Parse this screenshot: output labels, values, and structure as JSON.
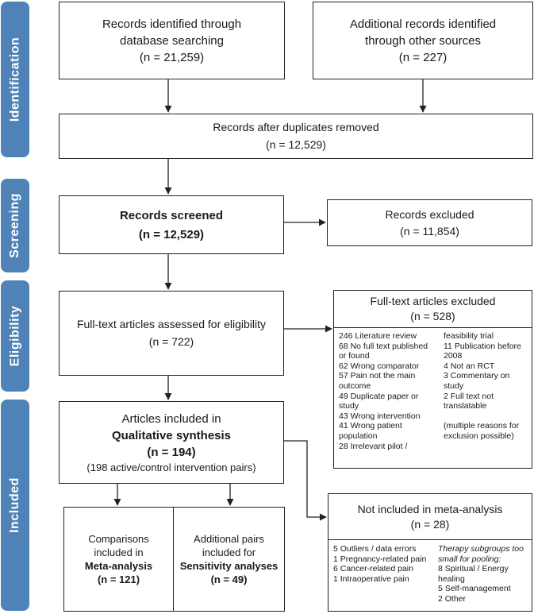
{
  "stages": {
    "identification": "Identification",
    "screening": "Screening",
    "eligibility": "Eligibility",
    "included": "Included"
  },
  "identified_db": {
    "line1": "Records identified through",
    "line2": "database searching",
    "count": "(n = 21,259)"
  },
  "identified_other": {
    "line1": "Additional records identified",
    "line2": "through other sources",
    "count": "(n = 227)"
  },
  "duplicates_removed": {
    "label": "Records after duplicates removed",
    "count": "(n = 12,529)"
  },
  "screened": {
    "label": "Records screened",
    "count": "(n = 12,529)"
  },
  "excluded": {
    "label": "Records excluded",
    "count": "(n = 11,854)"
  },
  "fulltext_assessed": {
    "label": "Full-text articles assessed for eligibility",
    "count": "(n = 722)"
  },
  "fulltext_excluded": {
    "label": "Full-text articles excluded",
    "count": "(n = 528)",
    "col1": [
      "246 Literature review",
      "68 No full text published",
      "or found",
      "62 Wrong comparator",
      "57 Pain not the main",
      "outcome",
      "49 Duplicate paper or",
      "study",
      "43 Wrong intervention",
      "41 Wrong patient",
      "population",
      "28 Irrelevant pilot /"
    ],
    "col2": [
      "feasibility trial",
      "11 Publication before",
      "2008",
      "4 Not an RCT",
      "3 Commentary on study",
      "2 Full text not",
      "translatable",
      "",
      "(multiple reasons for",
      "exclusion possible)"
    ]
  },
  "qualitative": {
    "line1": "Articles included in",
    "line2": "Qualitative synthesis",
    "count": "(n = 194)",
    "pairs": "(198 active/control intervention pairs)"
  },
  "meta": {
    "line1": "Comparisons",
    "line2": "included in",
    "line3": "Meta-analysis",
    "count": "(n = 121)"
  },
  "sensitivity": {
    "line1": "Additional pairs",
    "line2": "included for",
    "line3": "Sensitivity analyses",
    "count": "(n = 49)"
  },
  "not_included": {
    "label": "Not included in meta-analysis",
    "count": "(n = 28)",
    "col1": [
      "5 Outliers / data errors",
      "1 Pregnancy-related pain",
      "6 Cancer-related pain",
      "1 Intraoperative pain"
    ],
    "col2_italic": [
      "Therapy subgroups too",
      "small for pooling:"
    ],
    "col2": [
      "8 Spiritual / Energy",
      "healing",
      "5 Self-management",
      "2 Other"
    ]
  },
  "colors": {
    "stage_fill": "#4f83b7",
    "stage_text": "#ffffff",
    "line": "#222222"
  }
}
